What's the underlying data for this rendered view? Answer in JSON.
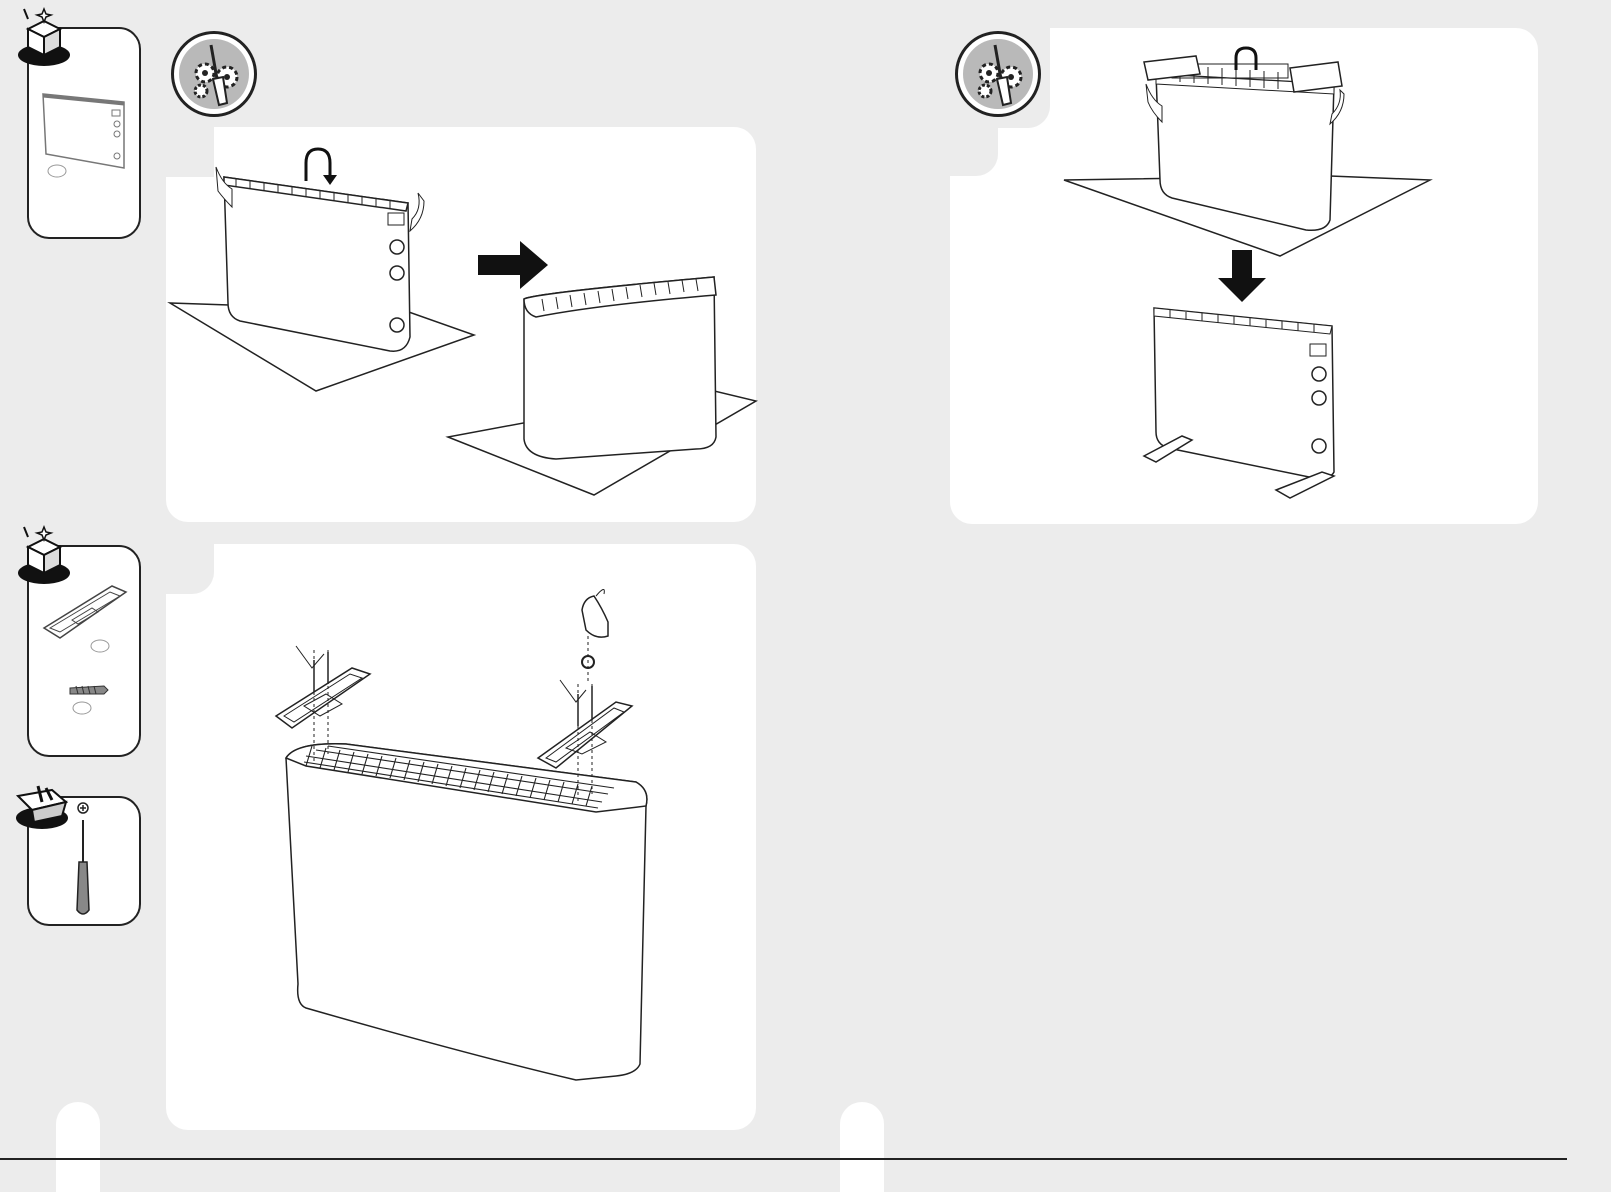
{
  "page": {
    "background": "#ececec",
    "panel_color": "#ffffff",
    "line_color": "#222222",
    "badge_grey": "#b9b9b9"
  },
  "icons": {
    "unbox": "open-box-icon",
    "toolbox": "toolbox-icon",
    "assembly": "screwdriver-gears-icon"
  },
  "steps": [
    {
      "name": "turn-heater-over",
      "arrow": "right-arrow-icon"
    },
    {
      "name": "fit-feet-with-screws"
    },
    {
      "name": "set-heater-upright",
      "arrow": "down-arrow-icon"
    }
  ],
  "parts": [
    {
      "name": "heater-unit"
    },
    {
      "name": "foot-bracket"
    },
    {
      "name": "screw"
    }
  ],
  "tools": [
    {
      "name": "phillips-screwdriver",
      "symbol": "+"
    }
  ]
}
